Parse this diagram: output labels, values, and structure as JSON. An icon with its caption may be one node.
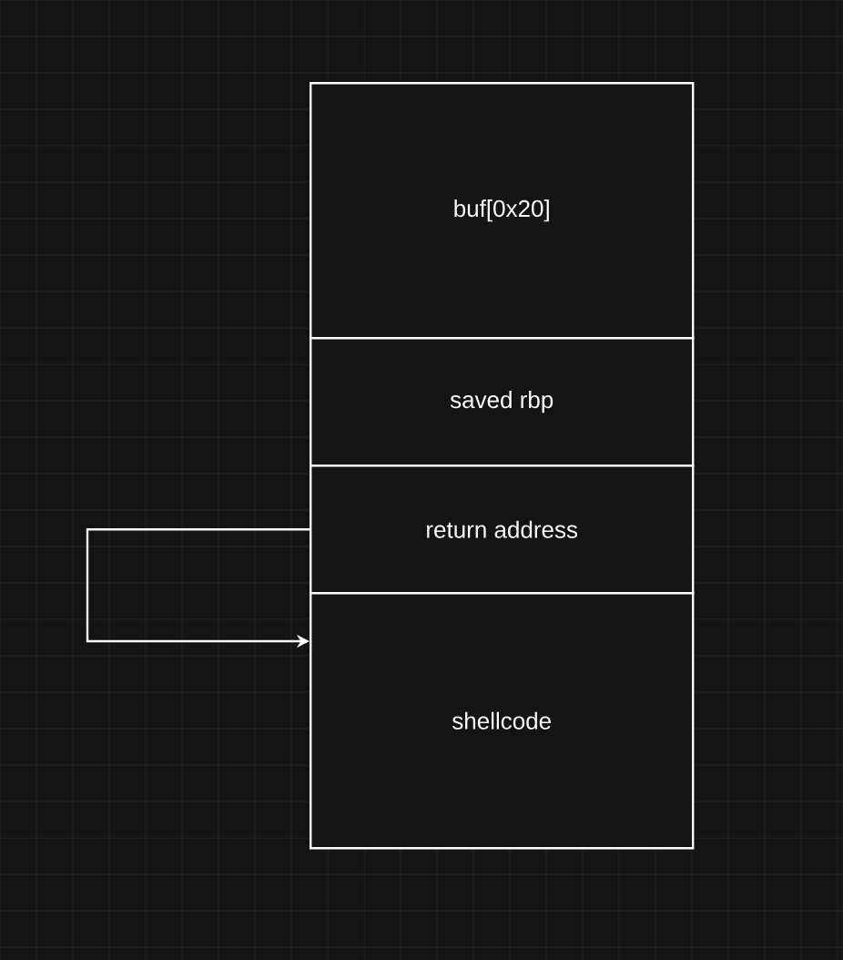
{
  "diagram": {
    "nodes": [
      {
        "text": [
          "buf[0x20]"
        ]
      },
      {
        "text": [
          "saved rbp"
        ]
      },
      {
        "text": [
          "return address"
        ]
      },
      {
        "text": [
          "shellcode"
        ]
      }
    ],
    "edges": [
      {
        "from": 2,
        "to": 3,
        "arrow": "to"
      }
    ]
  }
}
